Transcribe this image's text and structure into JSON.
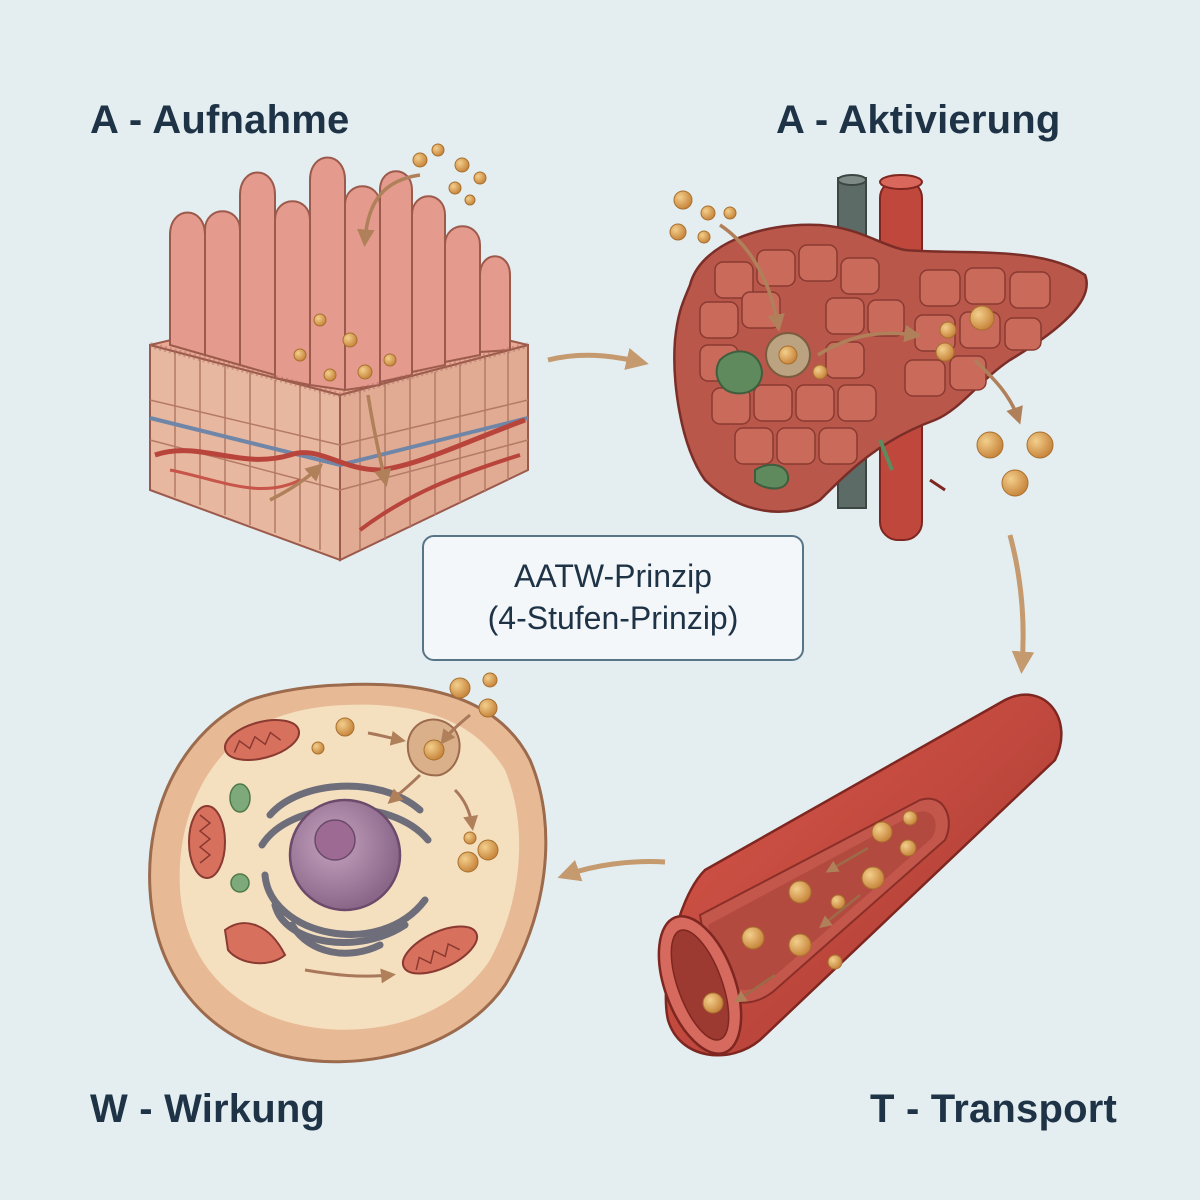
{
  "stages": [
    {
      "letter": "A",
      "title": "A - Aufnahme",
      "organ": "small-intestine-villi"
    },
    {
      "letter": "A",
      "title": "A - Aktivierung",
      "organ": "liver"
    },
    {
      "letter": "T",
      "title": "T - Transport",
      "organ": "blood-vessel"
    },
    {
      "letter": "W",
      "title": "W - Wirkung",
      "organ": "body-cell"
    }
  ],
  "center": {
    "line1": "AATW-Prinzip",
    "line2": "(4-Stufen-Prinzip)"
  },
  "flow": [
    "aufnahme-to-aktivierung",
    "aktivierung-to-transport",
    "transport-to-wirkung"
  ],
  "colors": {
    "background": "#e4eef1",
    "label_text": "#1f3347",
    "tissue": "#d98b7e",
    "liver": "#b44f43",
    "vessel": "#c0473c",
    "cell": "#f1d2b0",
    "particle": "#d9a254",
    "arrow": "#c9a27a"
  }
}
